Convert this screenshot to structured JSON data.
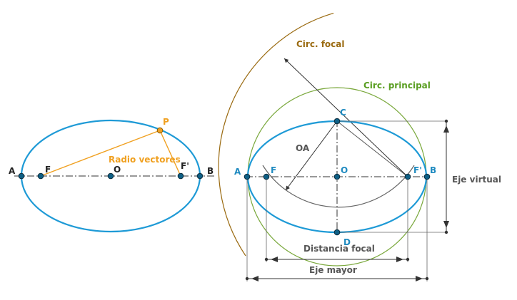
{
  "colors": {
    "ellipse": "#1e9ad6",
    "point_fill": "#0e5f85",
    "point_stroke": "#0b2a3a",
    "orange": "#f0a020",
    "olive": "#9a6a10",
    "green": "#7aa83c",
    "grey": "#555555",
    "dark": "#222222",
    "blue_label": "#1e8ac0",
    "green_label": "#5a9e22",
    "olive_label": "#9a6a10"
  },
  "left_figure": {
    "labels": {
      "A": "A",
      "B": "B",
      "F": "F",
      "F_prime": "F'",
      "O": "O",
      "P": "P",
      "radio": "Radio vectores"
    }
  },
  "right_figure": {
    "labels": {
      "A": "A",
      "B": "B",
      "C": "C",
      "D": "D",
      "F": "F",
      "F_prime": "F'",
      "O": "O",
      "OA": "OA",
      "circ_focal": "Circ. focal",
      "circ_principal": "Circ. principal",
      "eje_virtual": "Eje virtual",
      "distancia_focal": "Distancia focal",
      "eje_mayor": "Eje mayor"
    }
  }
}
